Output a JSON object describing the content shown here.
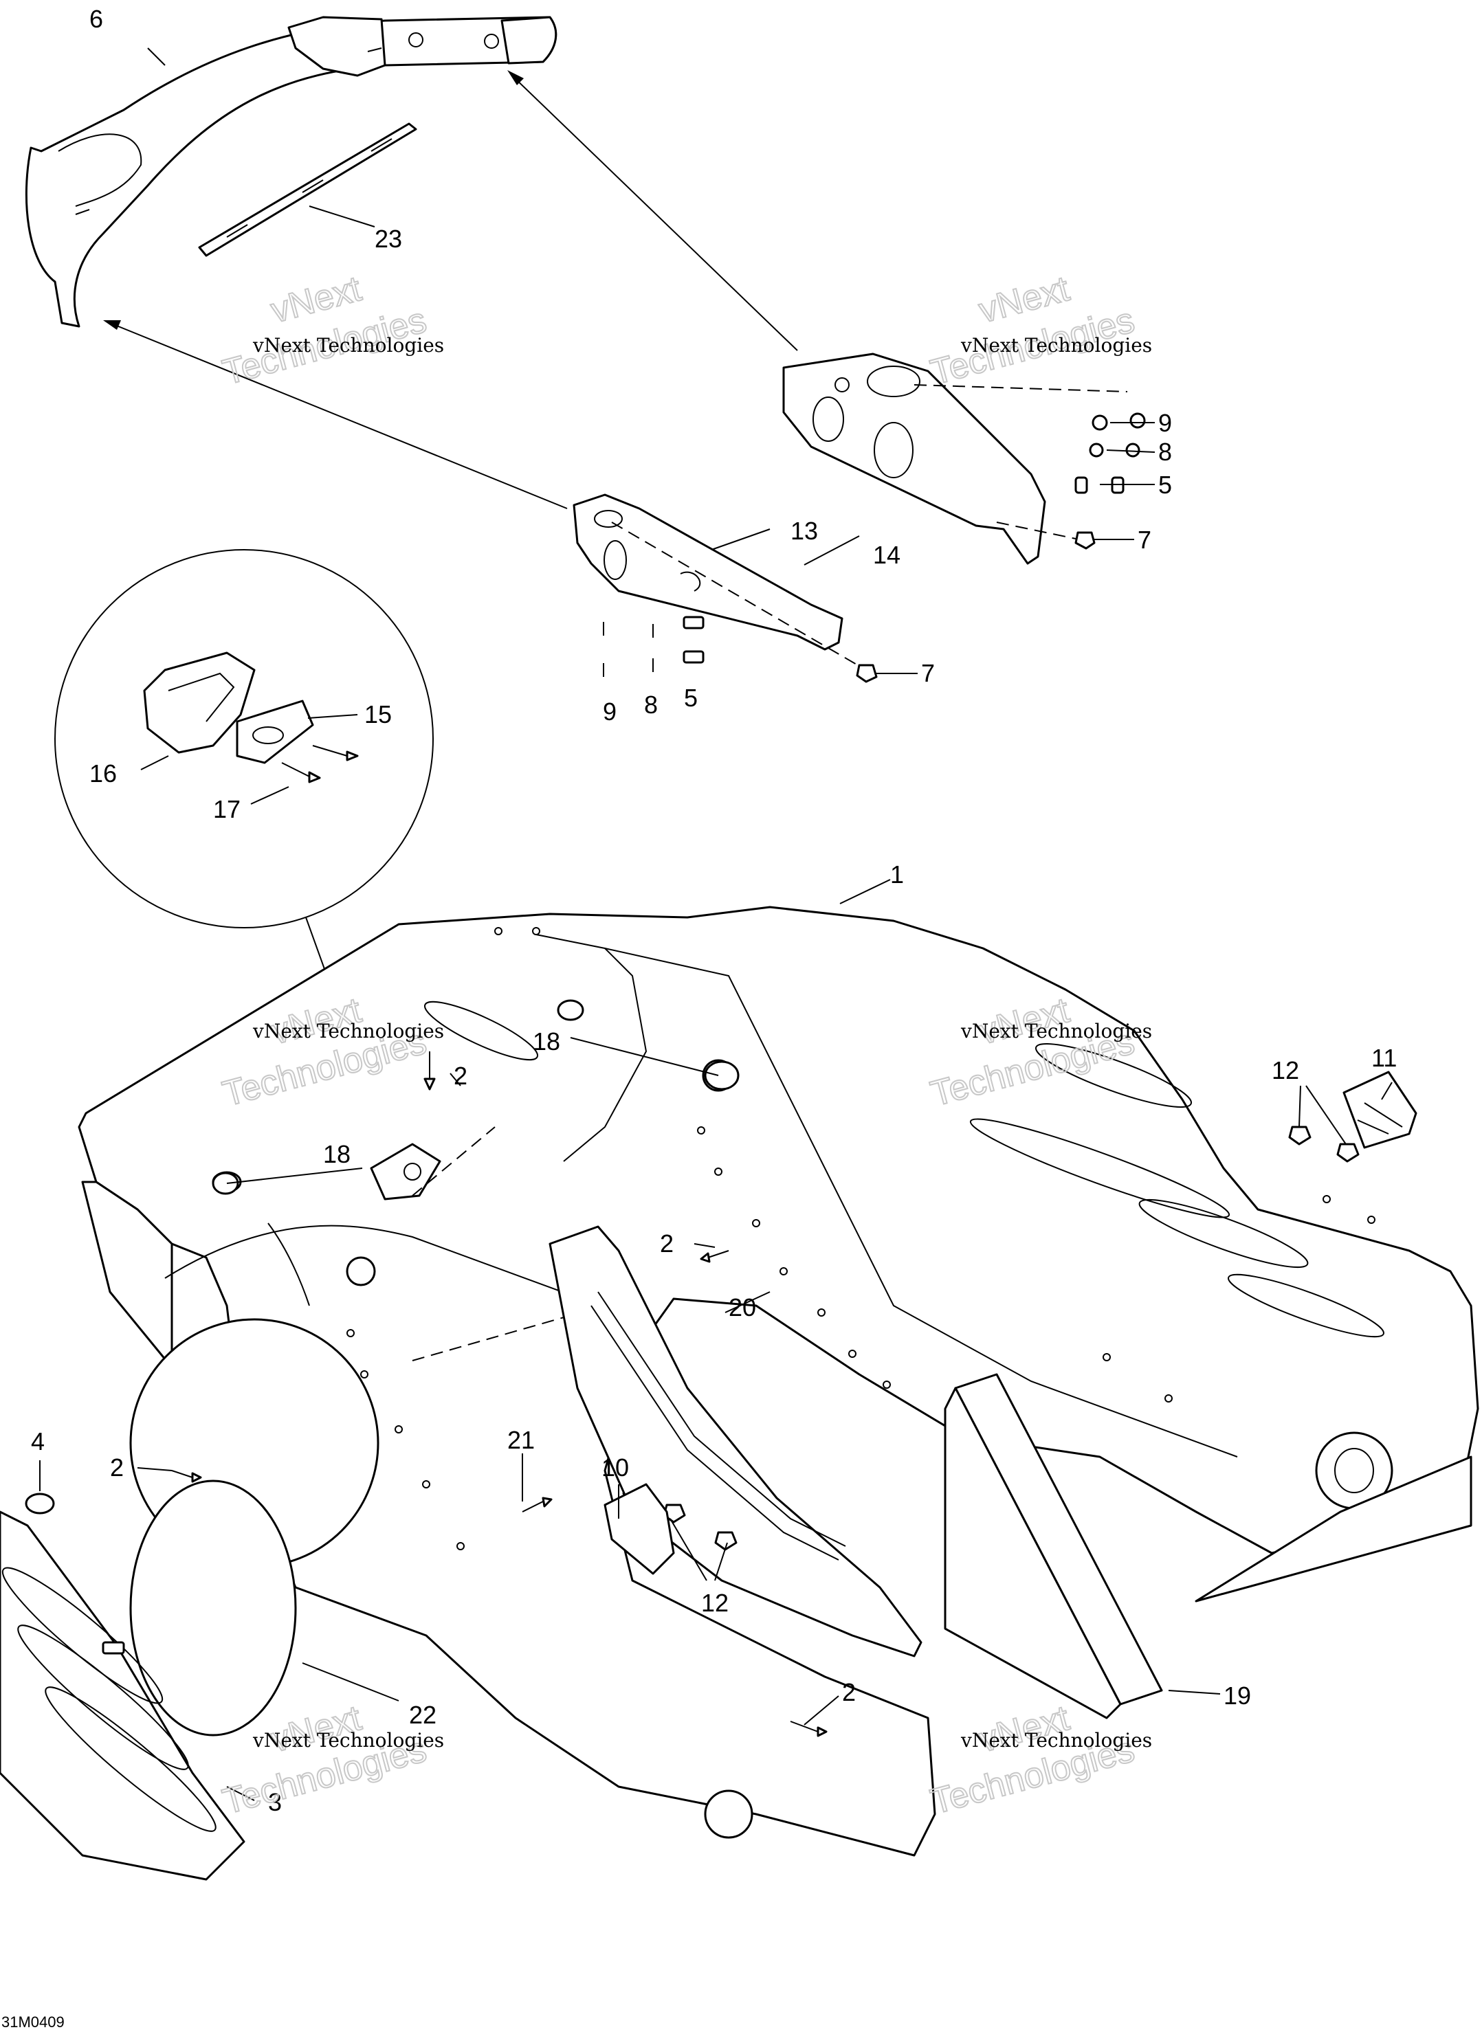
{
  "figure_id": "31M0409",
  "watermark": {
    "small_text": "vNext Technologies",
    "big_line1": "vNext",
    "big_line2": "Technologies"
  },
  "callouts": {
    "c1": "1",
    "c2a": "2",
    "c2b": "2",
    "c2c": "2",
    "c2d": "2",
    "c3": "3",
    "c4": "4",
    "c5a": "5",
    "c5b": "5",
    "c6": "6",
    "c7a": "7",
    "c7b": "7",
    "c8a": "8",
    "c8b": "8",
    "c9a": "9",
    "c9b": "9",
    "c10": "10",
    "c11": "11",
    "c12a": "12",
    "c12b": "12",
    "c13": "13",
    "c14": "14",
    "c15": "15",
    "c16": "16",
    "c17": "17",
    "c18a": "18",
    "c18b": "18",
    "c19": "19",
    "c20": "20",
    "c21": "21",
    "c22": "22",
    "c23": "23"
  }
}
